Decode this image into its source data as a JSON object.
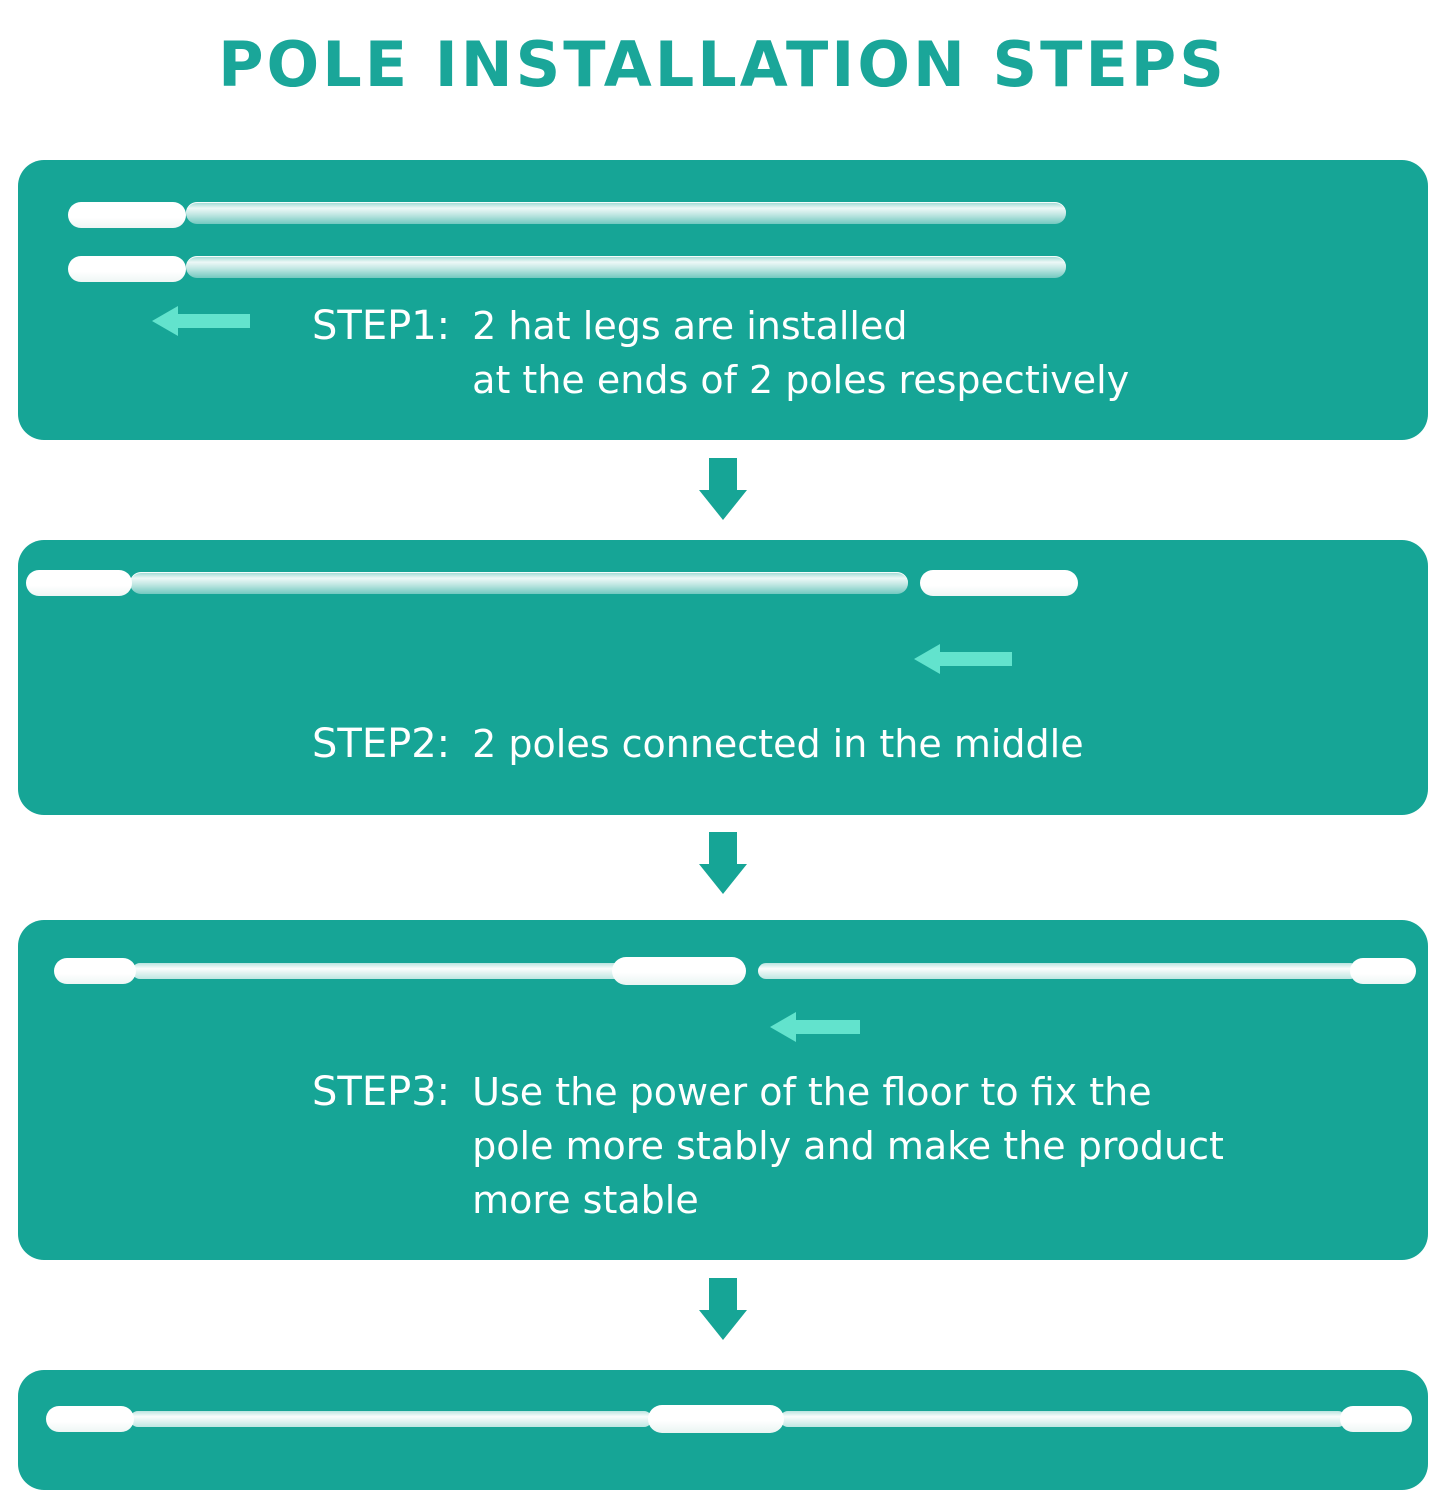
{
  "title": "POLE INSTALLATION STEPS",
  "colors": {
    "panel": "#16a596",
    "title": "#1aa699",
    "accent_arrow": "#62e3cd",
    "text": "#ffffff",
    "background": "#ffffff"
  },
  "steps": [
    {
      "label": "STEP1:",
      "lines": [
        "2 hat legs are installed",
        "at the ends of 2 poles respectively"
      ],
      "arrow": "left-arrow-icon"
    },
    {
      "label": "STEP2:",
      "lines": [
        "2 poles connected in the middle"
      ],
      "arrow": "left-arrow-icon"
    },
    {
      "label": "STEP3:",
      "lines": [
        "Use the power of the floor to fix the",
        "pole more stably and make the product",
        "more stable"
      ],
      "arrow": "left-arrow-icon"
    }
  ],
  "connectors": [
    "down-arrow-icon",
    "down-arrow-icon",
    "down-arrow-icon"
  ],
  "illustrations": {
    "panel1": "two-poles-with-hat-legs",
    "panel2": "two-poles-being-joined",
    "panel3": "assembled-pole-extended",
    "panel4": "assembled-pole-final"
  }
}
